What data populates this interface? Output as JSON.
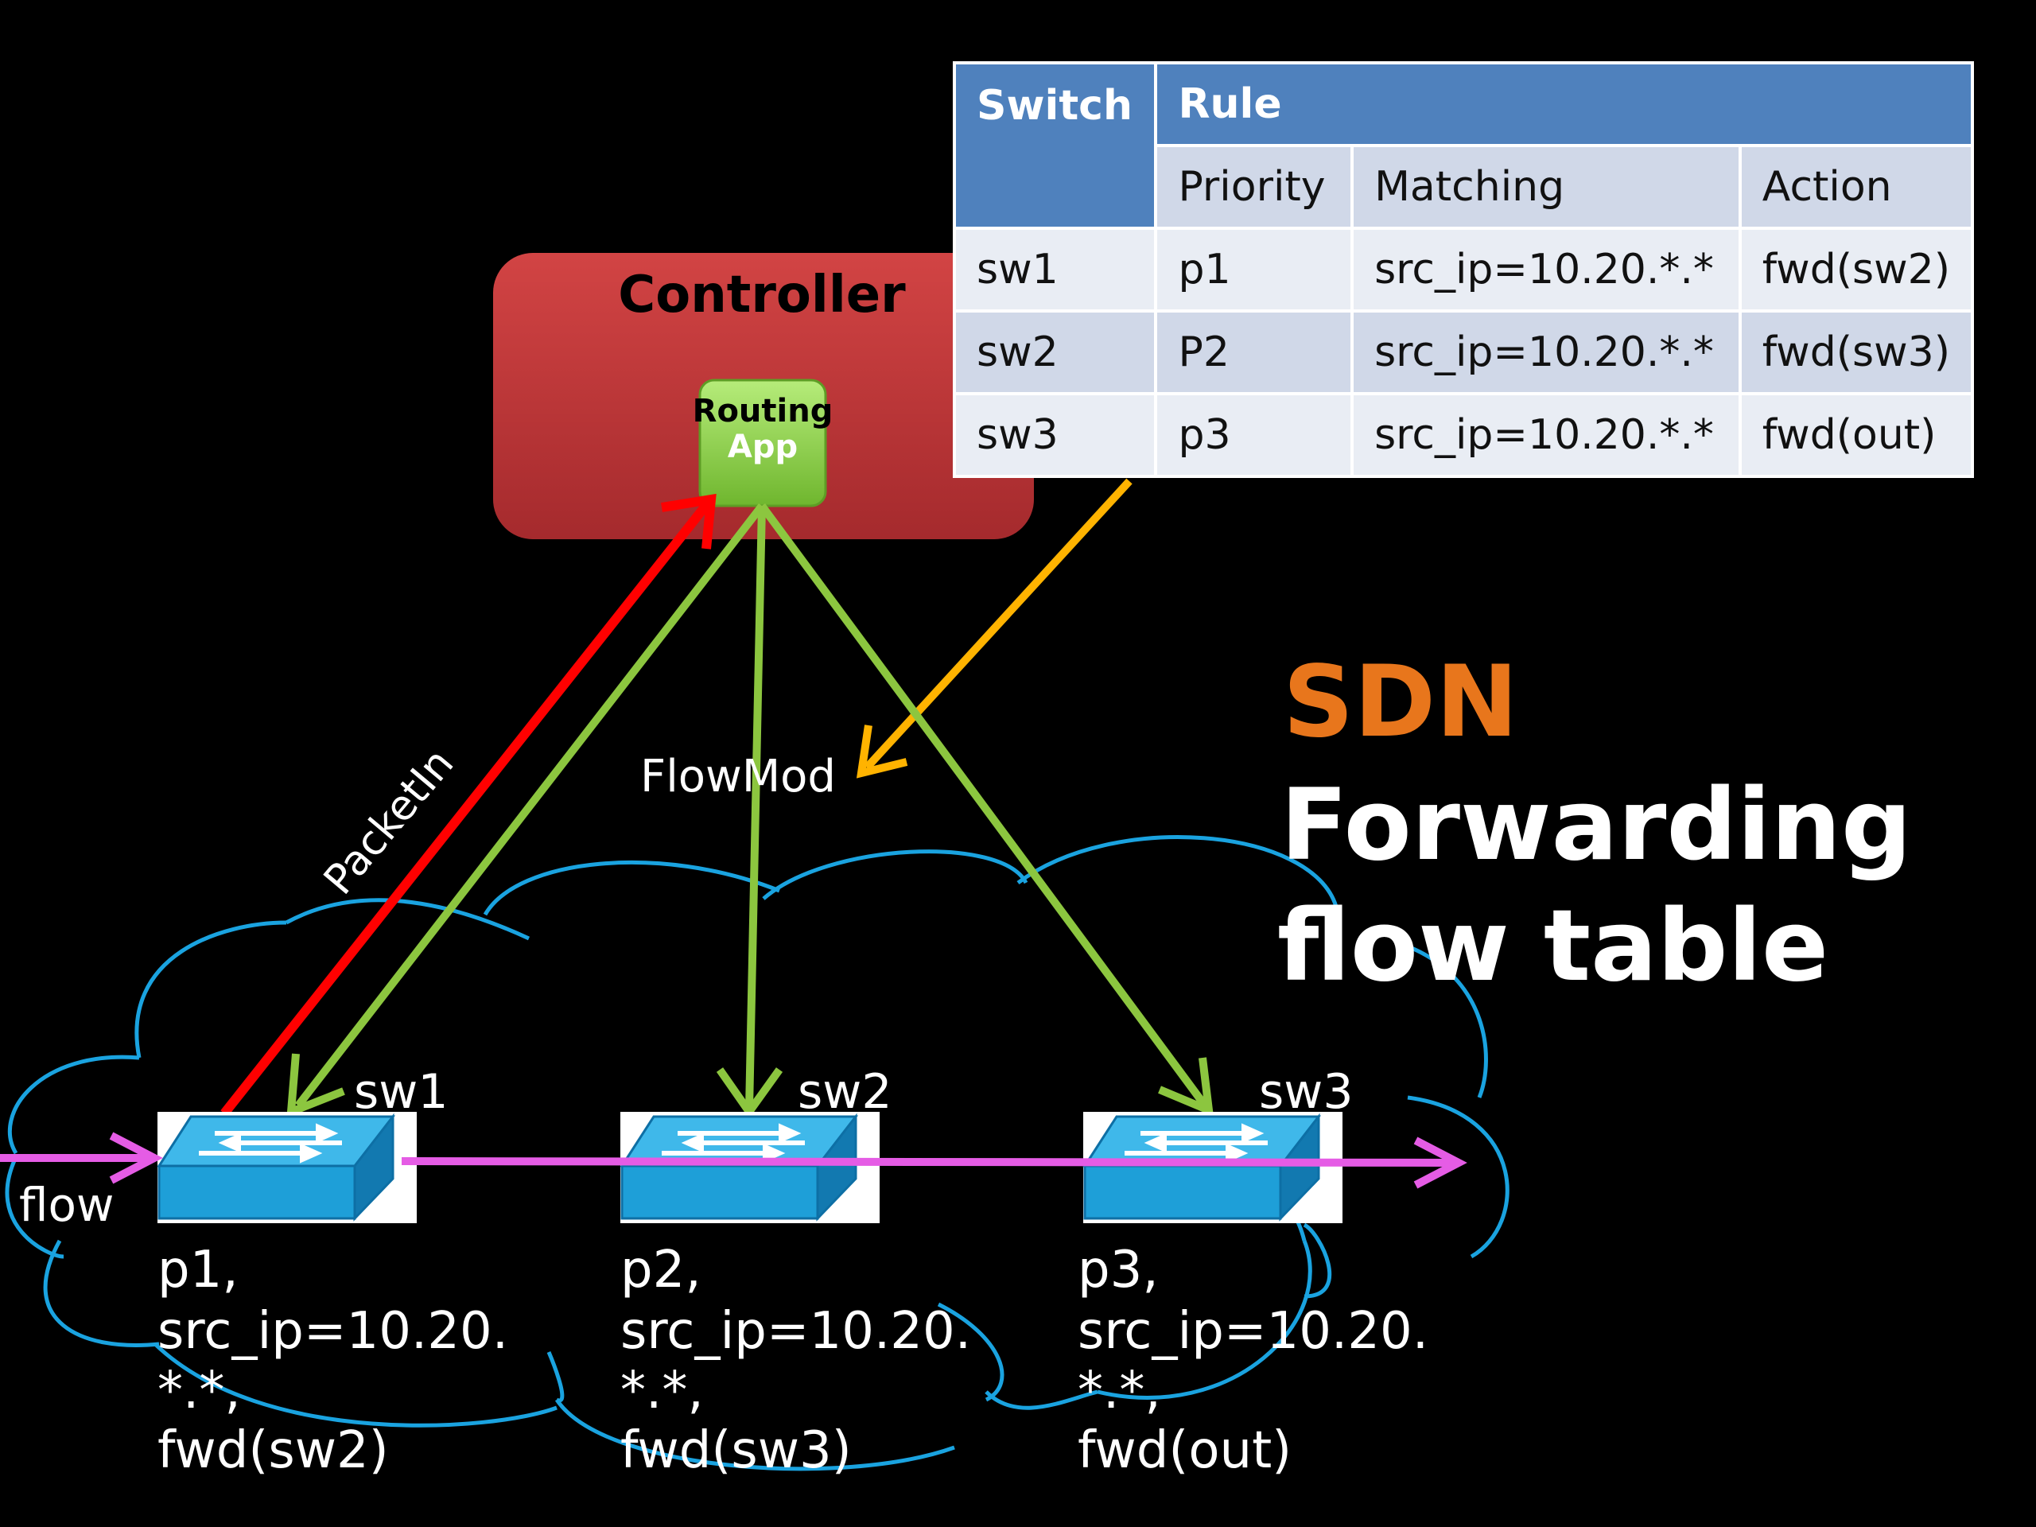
{
  "controller": {
    "label": "Controller",
    "app_line1": "Routing",
    "app_line2": "App"
  },
  "table": {
    "col_switch": "Switch",
    "col_rule": "Rule",
    "col_priority": "Priority",
    "col_matching": "Matching",
    "col_action": "Action",
    "rows": [
      {
        "switch": "sw1",
        "priority": "p1",
        "matching": "src_ip=10.20.*.*",
        "action": "fwd(sw2)"
      },
      {
        "switch": "sw2",
        "priority": "P2",
        "matching": "src_ip=10.20.*.*",
        "action": "fwd(sw3)"
      },
      {
        "switch": "sw3",
        "priority": "p3",
        "matching": "src_ip=10.20.*.*",
        "action": "fwd(out)"
      }
    ]
  },
  "labels": {
    "packetin": "PacketIn",
    "flowmod": "FlowMod",
    "flow": "flow"
  },
  "title": {
    "line1": "SDN",
    "line2": "Forwarding",
    "line3": "flow table"
  },
  "switches": [
    {
      "name": "sw1",
      "rule_lines": [
        "p1,",
        "src_ip=10.20.",
        "*.*,",
        "fwd(sw2)"
      ]
    },
    {
      "name": "sw2",
      "rule_lines": [
        "p2,",
        "src_ip=10.20.",
        "*.*,",
        "fwd(sw3)"
      ]
    },
    {
      "name": "sw3",
      "rule_lines": [
        "p3,",
        "src_ip=10.20.",
        "*.*,",
        "fwd(out)"
      ]
    }
  ],
  "colors": {
    "background": "#000000",
    "controller": "#c0393b",
    "routing_app": "#8fd14f",
    "packetin_arrow": "#ff0000",
    "flowmod_arrow": "#8cc63f",
    "table_arrow": "#ffb300",
    "flow_arrow": "#e55ce5",
    "cloud": "#1aa3e0",
    "switch": "#1e9fd8",
    "title_accent": "#e8761c",
    "table_header": "#4f81bd"
  }
}
